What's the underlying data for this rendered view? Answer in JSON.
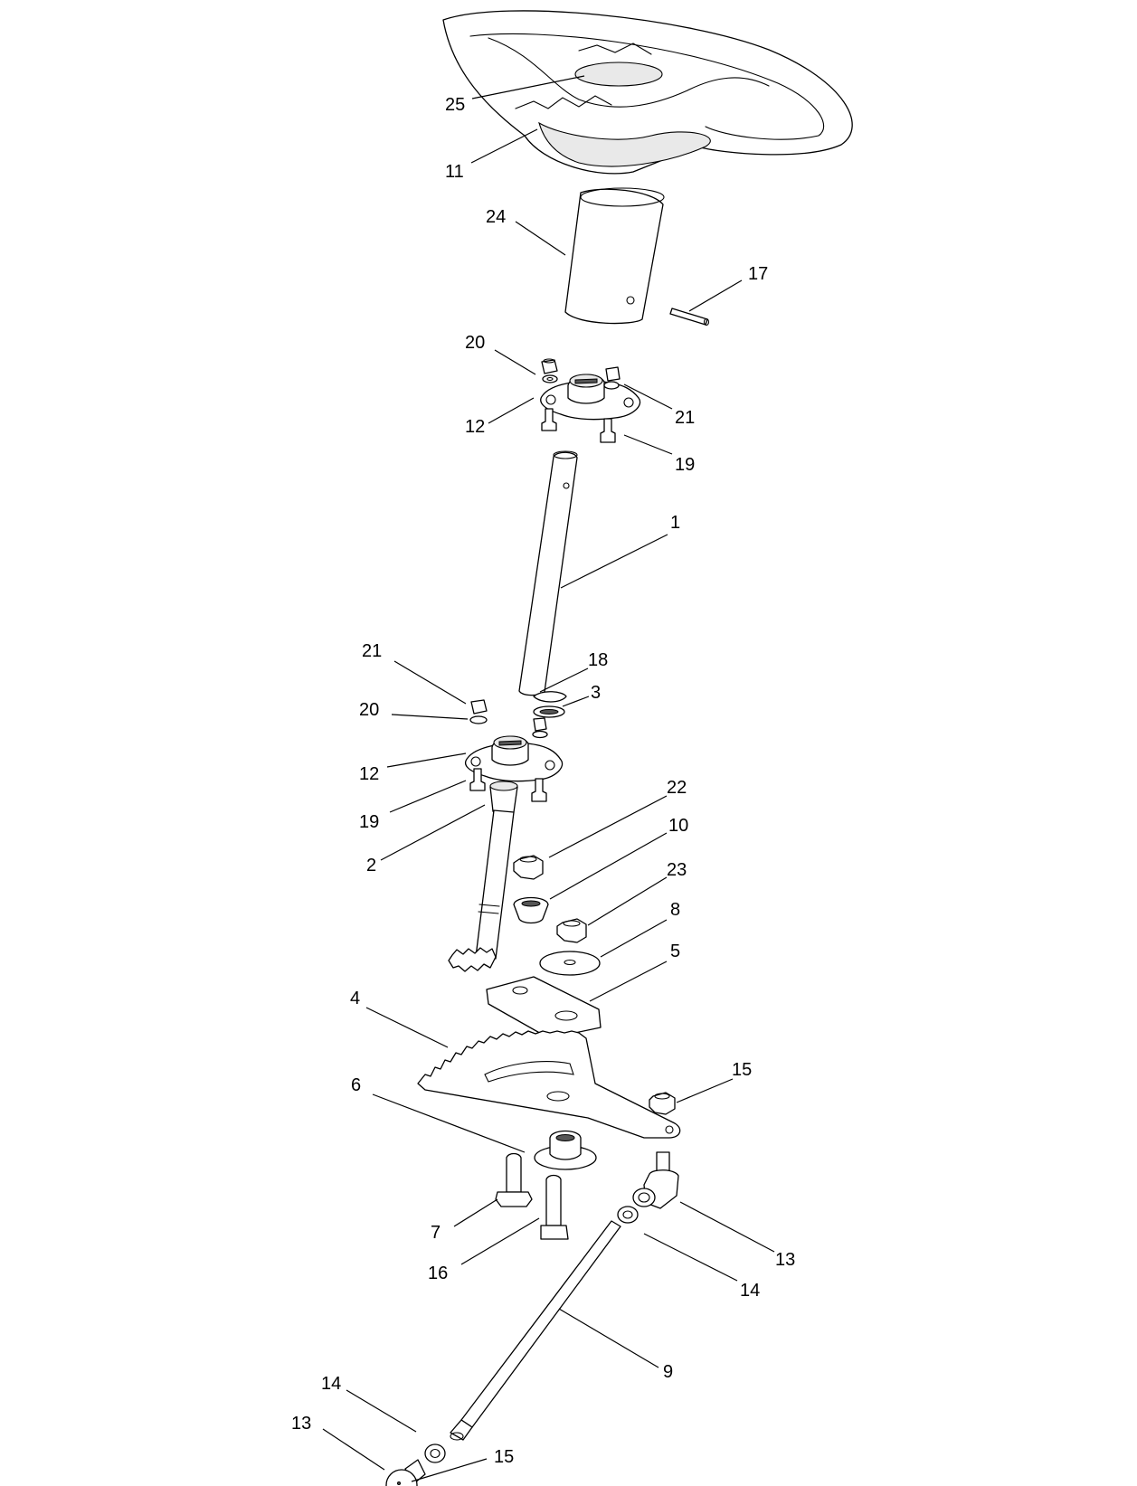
{
  "callouts": [
    {
      "id": "c25",
      "number": "25"
    },
    {
      "id": "c11",
      "number": "11"
    },
    {
      "id": "c24",
      "number": "24"
    },
    {
      "id": "c17",
      "number": "17"
    },
    {
      "id": "c20a",
      "number": "20"
    },
    {
      "id": "c21a",
      "number": "21"
    },
    {
      "id": "c12a",
      "number": "12"
    },
    {
      "id": "c19a",
      "number": "19"
    },
    {
      "id": "c1",
      "number": "1"
    },
    {
      "id": "c21b",
      "number": "21"
    },
    {
      "id": "c18",
      "number": "18"
    },
    {
      "id": "c3",
      "number": "3"
    },
    {
      "id": "c20b",
      "number": "20"
    },
    {
      "id": "c12b",
      "number": "12"
    },
    {
      "id": "c19b",
      "number": "19"
    },
    {
      "id": "c2",
      "number": "2"
    },
    {
      "id": "c22",
      "number": "22"
    },
    {
      "id": "c10",
      "number": "10"
    },
    {
      "id": "c23",
      "number": "23"
    },
    {
      "id": "c8",
      "number": "8"
    },
    {
      "id": "c5",
      "number": "5"
    },
    {
      "id": "c4",
      "number": "4"
    },
    {
      "id": "c15a",
      "number": "15"
    },
    {
      "id": "c6",
      "number": "6"
    },
    {
      "id": "c7",
      "number": "7"
    },
    {
      "id": "c16",
      "number": "16"
    },
    {
      "id": "c13a",
      "number": "13"
    },
    {
      "id": "c14a",
      "number": "14"
    },
    {
      "id": "c9",
      "number": "9"
    },
    {
      "id": "c14b",
      "number": "14"
    },
    {
      "id": "c13b",
      "number": "13"
    },
    {
      "id": "c15b",
      "number": "15"
    }
  ]
}
